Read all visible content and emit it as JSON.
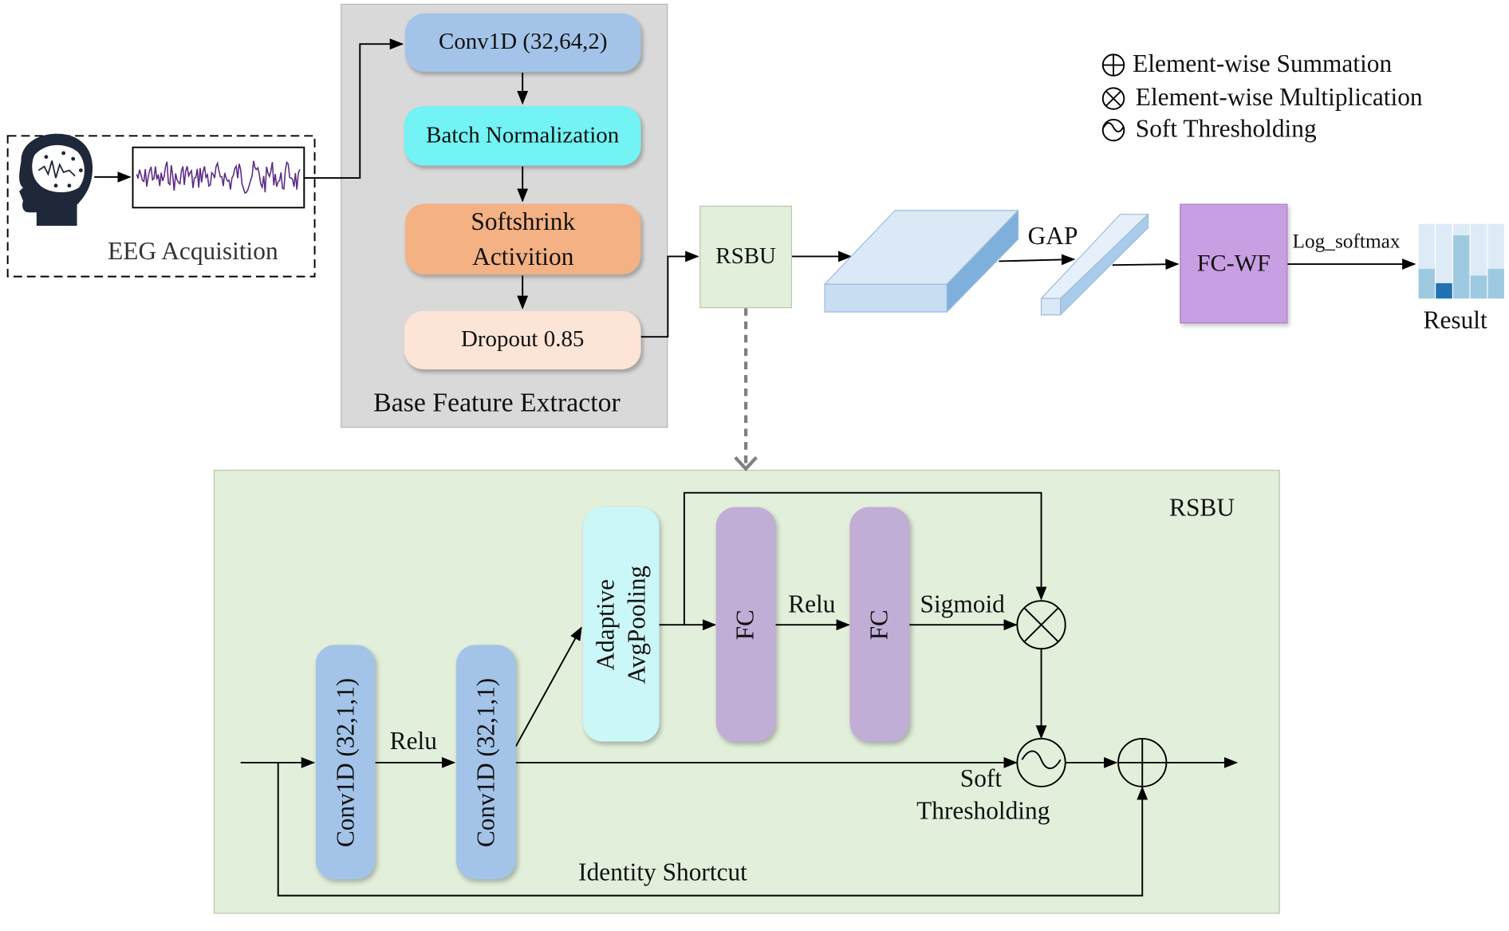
{
  "base": {
    "title": "Base Feature Extractor",
    "conv": "Conv1D (32,64,2)",
    "bn": "Batch Normalization",
    "act_line1": "Softshrink",
    "act_line2": "Activition",
    "dropout": "Dropout 0.85"
  },
  "eeg": {
    "label": "EEG Acquisition"
  },
  "pipeline": {
    "rsbu": "RSBU",
    "gap": "GAP",
    "fcwf": "FC-WF",
    "log_softmax": "Log_softmax",
    "result": "Result"
  },
  "legend": {
    "sum": "Element-wise Summation",
    "mult": "Element-wise Multiplication",
    "soft": "Soft Thresholding"
  },
  "rsbu_detail": {
    "title": "RSBU",
    "conv1": "Conv1D (32,1,1)",
    "conv2": "Conv1D (32,1,1)",
    "relu1": "Relu",
    "pool_line1": "Adaptive",
    "pool_line2": "AvgPooling",
    "fc1": "FC",
    "relu2": "Relu",
    "fc2": "FC",
    "sigmoid": "Sigmoid",
    "soft_line1": "Soft",
    "soft_line2": "Thresholding",
    "shortcut": "Identity Shortcut"
  },
  "colors": {
    "conv_blue": "#a3c4e8",
    "bn_cyan": "#73f3f3",
    "act_orange": "#f4b183",
    "dropout_peach": "#fce4d6",
    "pool_cyan": "#ccf7f9",
    "fc_purple": "#c0aed6",
    "fcwf_purple": "#c89fe3",
    "panel_gray": "#d9d9d9",
    "panel_green": "#e2efda"
  },
  "icons": [
    "brain-head-icon",
    "eeg-signal-icon",
    "sum-icon",
    "multiply-icon",
    "soft-threshold-icon",
    "result-bars-icon"
  ]
}
